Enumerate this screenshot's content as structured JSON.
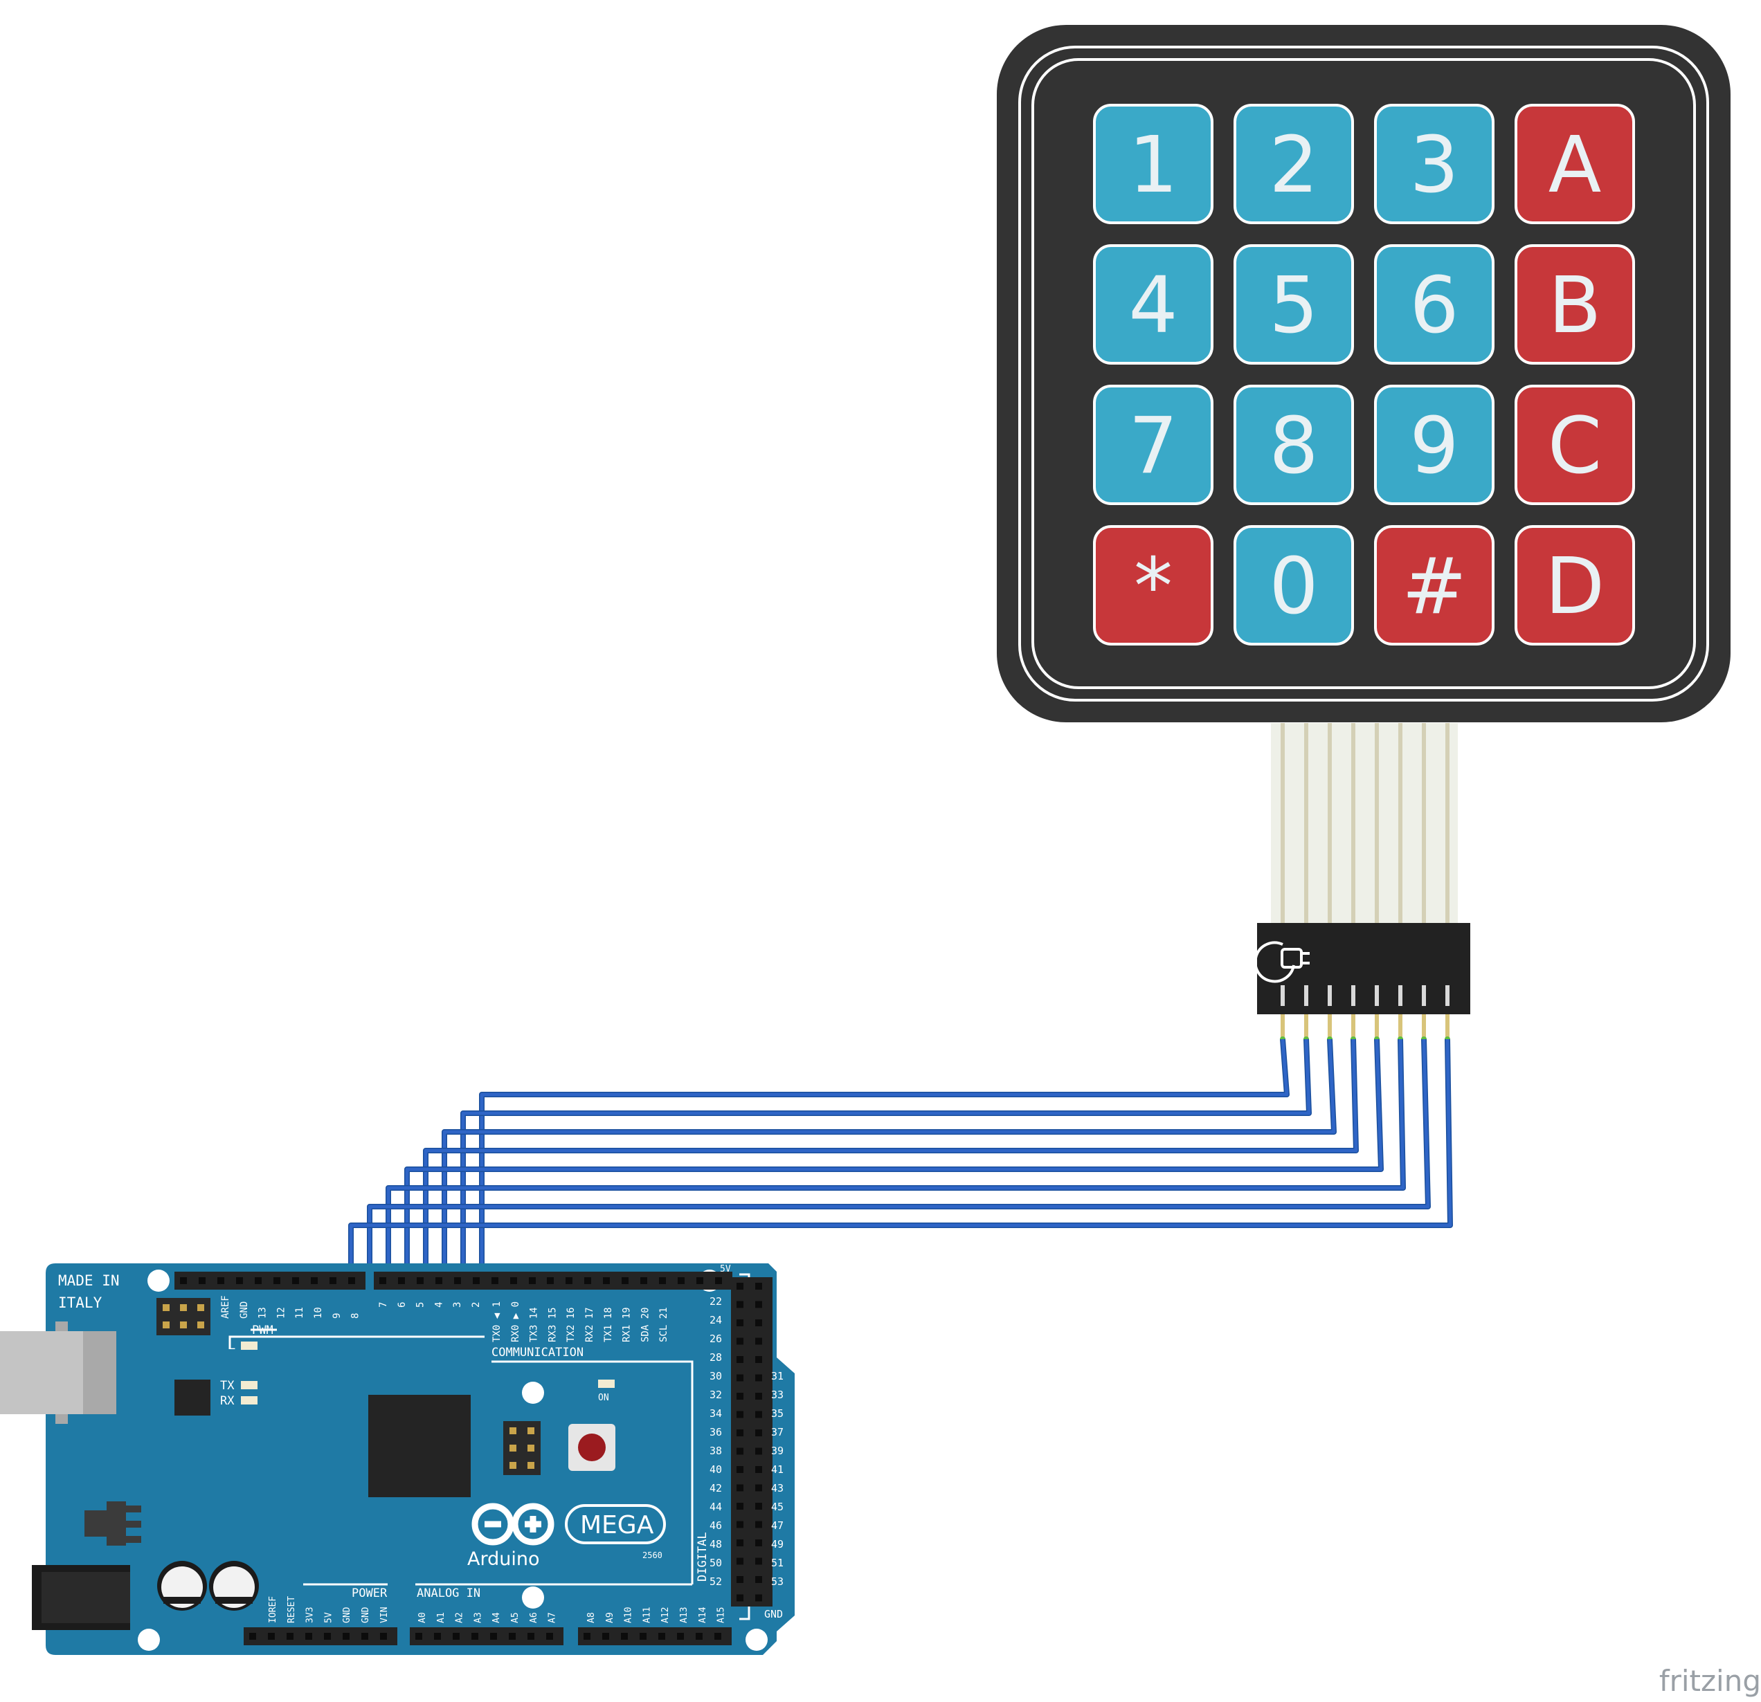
{
  "keypad": {
    "keys": [
      {
        "label": "1",
        "color": "#3aa9c8"
      },
      {
        "label": "2",
        "color": "#3aa9c8"
      },
      {
        "label": "3",
        "color": "#3aa9c8"
      },
      {
        "label": "A",
        "color": "#c7373a"
      },
      {
        "label": "4",
        "color": "#3aa9c8"
      },
      {
        "label": "5",
        "color": "#3aa9c8"
      },
      {
        "label": "6",
        "color": "#3aa9c8"
      },
      {
        "label": "B",
        "color": "#c7373a"
      },
      {
        "label": "7",
        "color": "#3aa9c8"
      },
      {
        "label": "8",
        "color": "#3aa9c8"
      },
      {
        "label": "9",
        "color": "#3aa9c8"
      },
      {
        "label": "C",
        "color": "#c7373a"
      },
      {
        "label": "*",
        "color": "#c7373a"
      },
      {
        "label": "0",
        "color": "#3aa9c8"
      },
      {
        "label": "#",
        "color": "#c7373a"
      },
      {
        "label": "D",
        "color": "#c7373a"
      }
    ],
    "body_color": "#333333",
    "pin_count": 8
  },
  "wires": {
    "color": "#2f65c6",
    "count": 8
  },
  "board": {
    "color": "#1f7aa5",
    "made_in": "MADE IN",
    "country": "ITALY",
    "logo": "Arduino",
    "model": "MEGA",
    "model_number": "2560",
    "power_label": "POWER",
    "analog_label": "ANALOG IN",
    "communication_label": "COMMUNICATION",
    "digital_label": "DIGITAL",
    "pwm_label": "PWM",
    "gnd_label": "GND",
    "five_v_label": "5V",
    "on_label": "ON",
    "l_label": "L",
    "tx_label": "TX",
    "rx_label": "RX",
    "top_left_headers": [
      "AREF",
      "GND",
      "13",
      "12",
      "11",
      "10",
      "9",
      "8"
    ],
    "pwm_headers": [
      "7",
      "6",
      "5",
      "4",
      "3",
      "2"
    ],
    "comm_headers": [
      "TX0 ◀ 1",
      "RX0 ▶ 0",
      "TX3 14",
      "RX3 15",
      "TX2 16",
      "RX2 17",
      "TX1 18",
      "RX1 19",
      "SDA 20",
      "SCL 21"
    ],
    "power_headers": [
      "IOREF",
      "RESET",
      "3V3",
      "5V",
      "GND",
      "GND",
      "VIN"
    ],
    "analog_headers": [
      "A0",
      "A1",
      "A2",
      "A3",
      "A4",
      "A5",
      "A6",
      "A7",
      "A8",
      "A9",
      "A10",
      "A11",
      "A12",
      "A13",
      "A14",
      "A15"
    ],
    "digital_even": [
      "22",
      "24",
      "26",
      "28",
      "30",
      "32",
      "34",
      "36",
      "38",
      "40",
      "42",
      "44",
      "46",
      "48",
      "50",
      "52"
    ],
    "digital_odd": [
      "31",
      "33",
      "35",
      "37",
      "39",
      "41",
      "43",
      "45",
      "47",
      "49",
      "51",
      "53"
    ]
  },
  "watermark": "fritzing"
}
